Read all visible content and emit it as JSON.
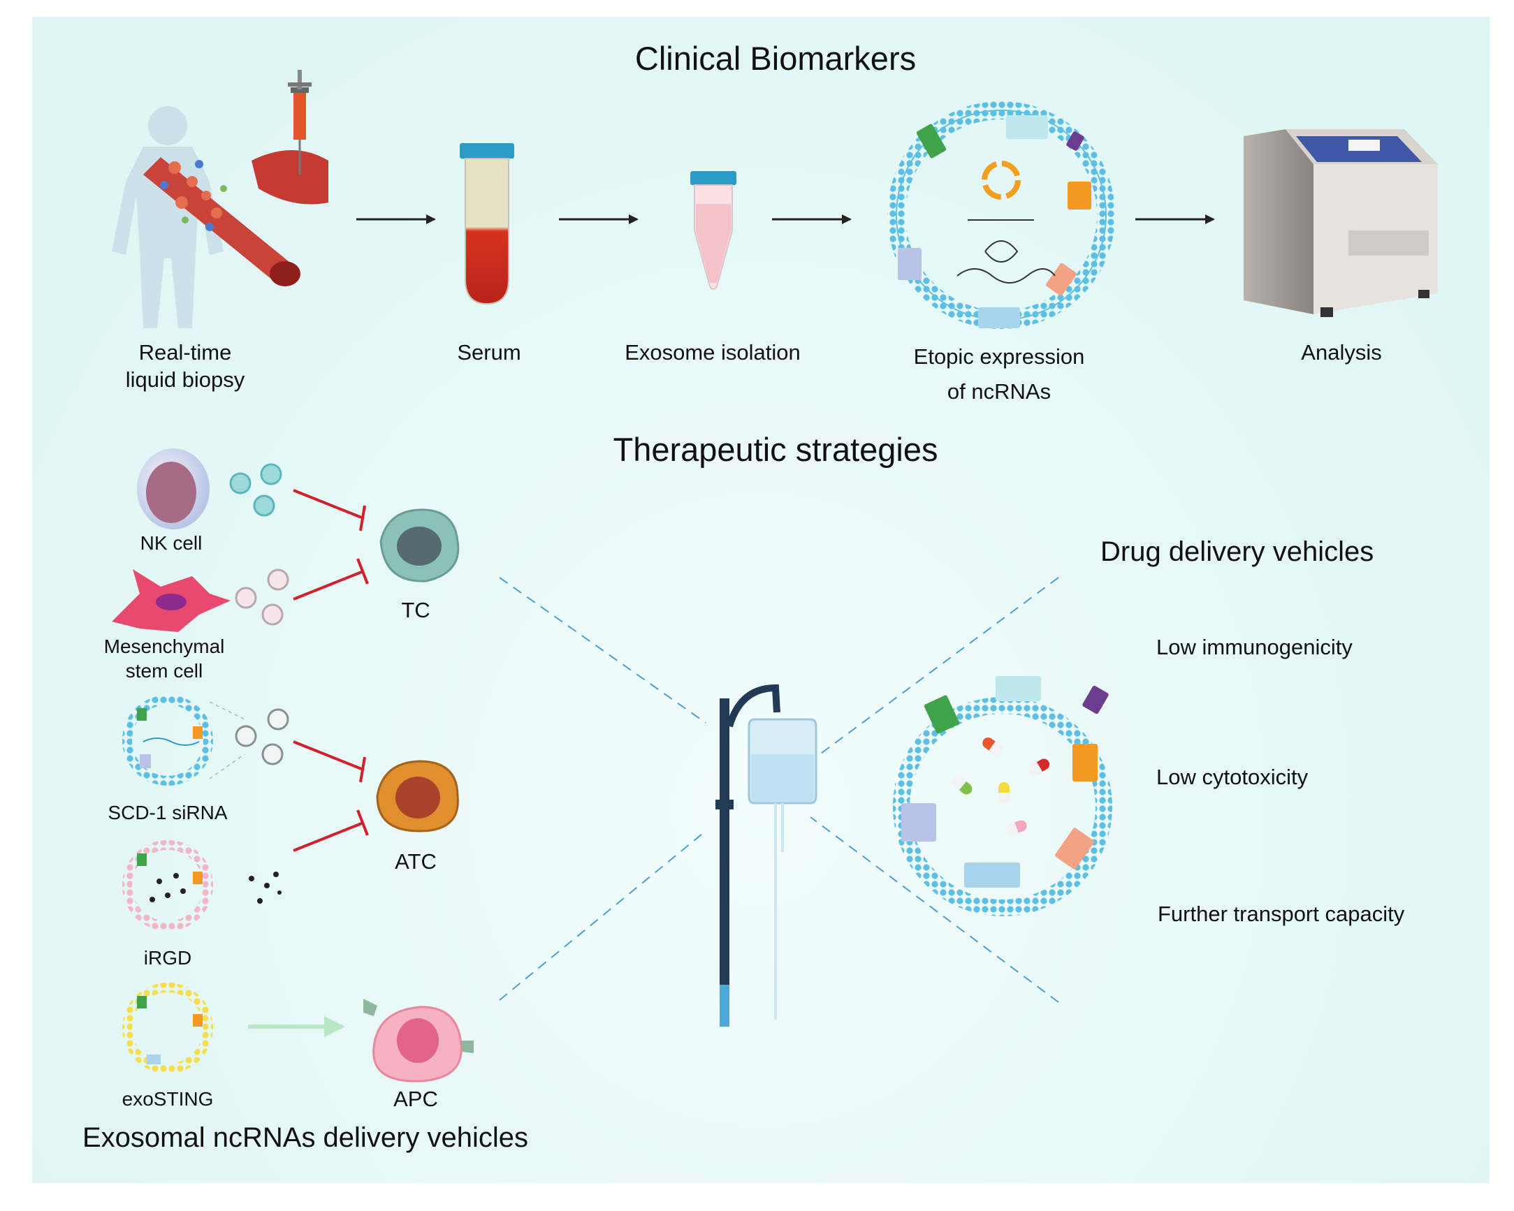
{
  "titles": {
    "clinical": "Clinical Biomarkers",
    "therapeutic": "Therapeutic strategies",
    "drug_delivery": "Drug delivery vehicles",
    "exosomal": "Exosomal ncRNAs delivery vehicles"
  },
  "pipeline": {
    "biopsy_line1": "Real-time",
    "biopsy_line2": "liquid biopsy",
    "serum": "Serum",
    "isolation": "Exosome  isolation",
    "expression_line1": "Etopic expression",
    "expression_line2": "of  ncRNAs",
    "analysis": "Analysis"
  },
  "therapy": {
    "nk_cell": "NK cell",
    "msc_line1": "Mesenchymal",
    "msc_line2": "stem cell",
    "scd1": "SCD-1 siRNA",
    "irgd": "iRGD",
    "exosting": "exoSTING",
    "tc": "TC",
    "atc": "ATC",
    "apc": "APC"
  },
  "advantages": {
    "immuno": "Low immunogenicity",
    "cyto": "Low cytotoxicity",
    "transport": "Further transport capacity"
  },
  "colors": {
    "background": "#dcf5f3",
    "membrane": "#5cc0e6",
    "inhibit_line": "#d0202c",
    "arrow": "#222222",
    "tumor_cell": "#7fb5ad",
    "atc_cell": "#d9892e",
    "apc_cell": "#f4a3b8"
  },
  "icons": [
    "human-body-icon",
    "syringe-icon",
    "blood-vessel-icon",
    "blood-tube-icon",
    "exosome-tube-icon",
    "exosome-icon",
    "analyzer-machine-icon",
    "nk-cell-icon",
    "stem-cell-icon",
    "iv-drip-icon",
    "pill-capsule-icon"
  ]
}
